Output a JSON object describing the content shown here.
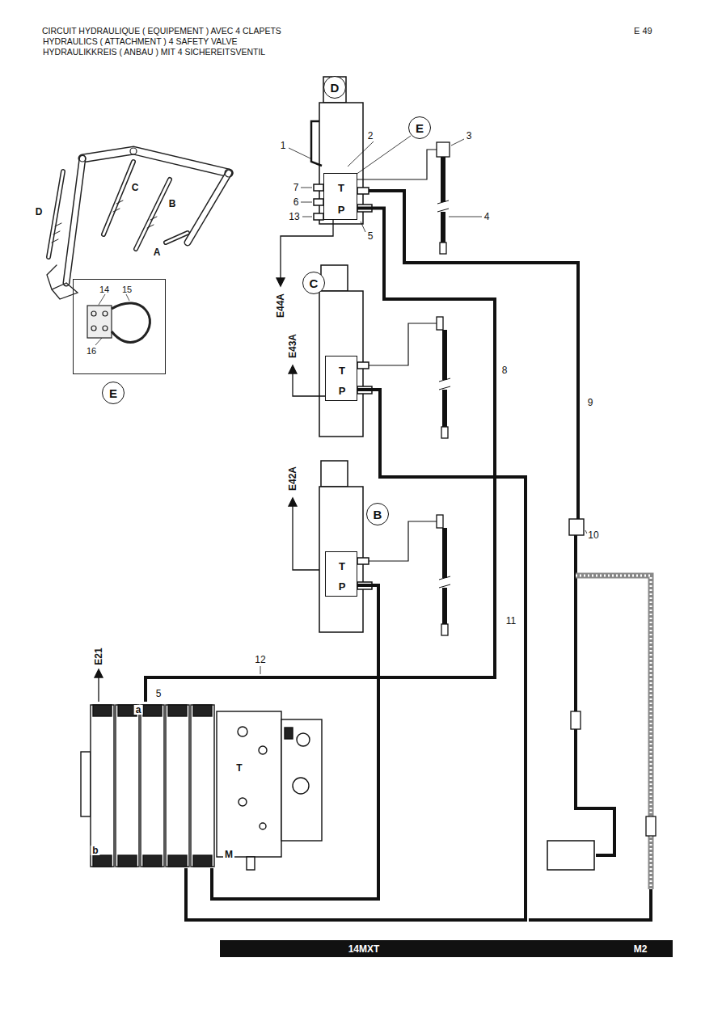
{
  "diagram": {
    "title": "CIRCUIT HYDRAULIQUE ( EQUIPEMENT ) AVEC 4 CLAPETS",
    "nodes": [
      {
        "text": [
          "D"
        ]
      },
      {
        "text": [
          "E"
        ]
      },
      {
        "text": [
          "T",
          "P"
        ]
      },
      {
        "text": [
          "14",
          "15",
          "16"
        ]
      },
      {
        "text": [
          "C"
        ]
      },
      {
        "text": [
          "T",
          "P"
        ]
      },
      {
        "text": [
          "E"
        ]
      },
      {
        "text": [
          "B"
        ]
      },
      {
        "text": [
          "T",
          "P"
        ]
      },
      {
        "text": [
          "a",
          "T",
          "b",
          "M"
        ]
      }
    ],
    "edges": [
      {
        "from": 2,
        "to": 9,
        "arrow": "none"
      },
      {
        "from": 5,
        "to": 9,
        "arrow": "none"
      },
      {
        "from": 8,
        "to": 9,
        "arrow": "none"
      }
    ],
    "labels": [
      "HYDRAULICS ( ATTACHMENT ) 4 SAFETY VALVE",
      "HYDRAULIKKREIS ( ANBAU ) MIT 4 SICHEREITSVENTIL",
      "E 49",
      "D",
      "C",
      "B",
      "A",
      "1",
      "2",
      "3",
      "7",
      "6",
      "13",
      "4",
      "5",
      "E44A",
      "E43A",
      "8",
      "9",
      "E42A",
      "10",
      "11",
      "12",
      "E21",
      "5",
      "14MXT",
      "M2"
    ]
  }
}
